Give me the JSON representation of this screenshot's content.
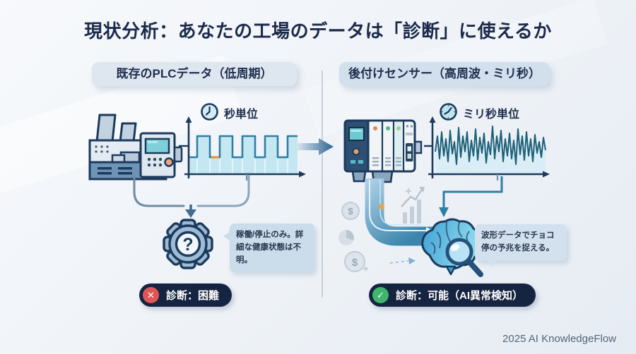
{
  "title": "現状分析：あなたの工場のデータは「診断」に使えるか",
  "left": {
    "header": "既存のPLCデータ（低周期）",
    "clock_label": "秒単位",
    "note": "稼働/停止のみ。詳細な健康状態は不明。",
    "badge_label": "診断：困難",
    "badge_glyph": "✕",
    "gear_mark": "?"
  },
  "right": {
    "header": "後付けセンサー（高周波・ミリ秒）",
    "clock_label": "ミリ秒単位",
    "note": "波形データでチョコ停の予兆を捉える。",
    "badge_label": "診断：可能（AI異常検知）",
    "badge_glyph": "✓"
  },
  "decor": {
    "coin_glyph": "$"
  },
  "footer": "2025 AI KnowledgeFlow",
  "colors": {
    "title_text": "#1b2a4a",
    "badge_bg": "#152441",
    "error_red": "#e05656",
    "success_green": "#3fb56e",
    "square_wave_fill": "#bfe4ef",
    "square_wave_stroke": "#2e7fa3",
    "noise_wave_stroke": "#1d6078",
    "header_pill_left": "#dee6ef",
    "header_pill_right": "#d2dfec",
    "note_bubble": "#cbdcea"
  },
  "chart_data": [
    {
      "type": "area",
      "name": "plc-square-wave",
      "title": "秒単位",
      "pattern": "square-pulse",
      "pulses": 4,
      "description": "低周期PLCデータのON/OFF矩形波（軸ラベル・数値なし）"
    },
    {
      "type": "line",
      "name": "sensor-vibration-wave",
      "title": "ミリ秒単位",
      "pattern": "high-frequency-noise",
      "description": "後付けセンサーの高周波振動波形（軸ラベル・数値なし）"
    }
  ]
}
